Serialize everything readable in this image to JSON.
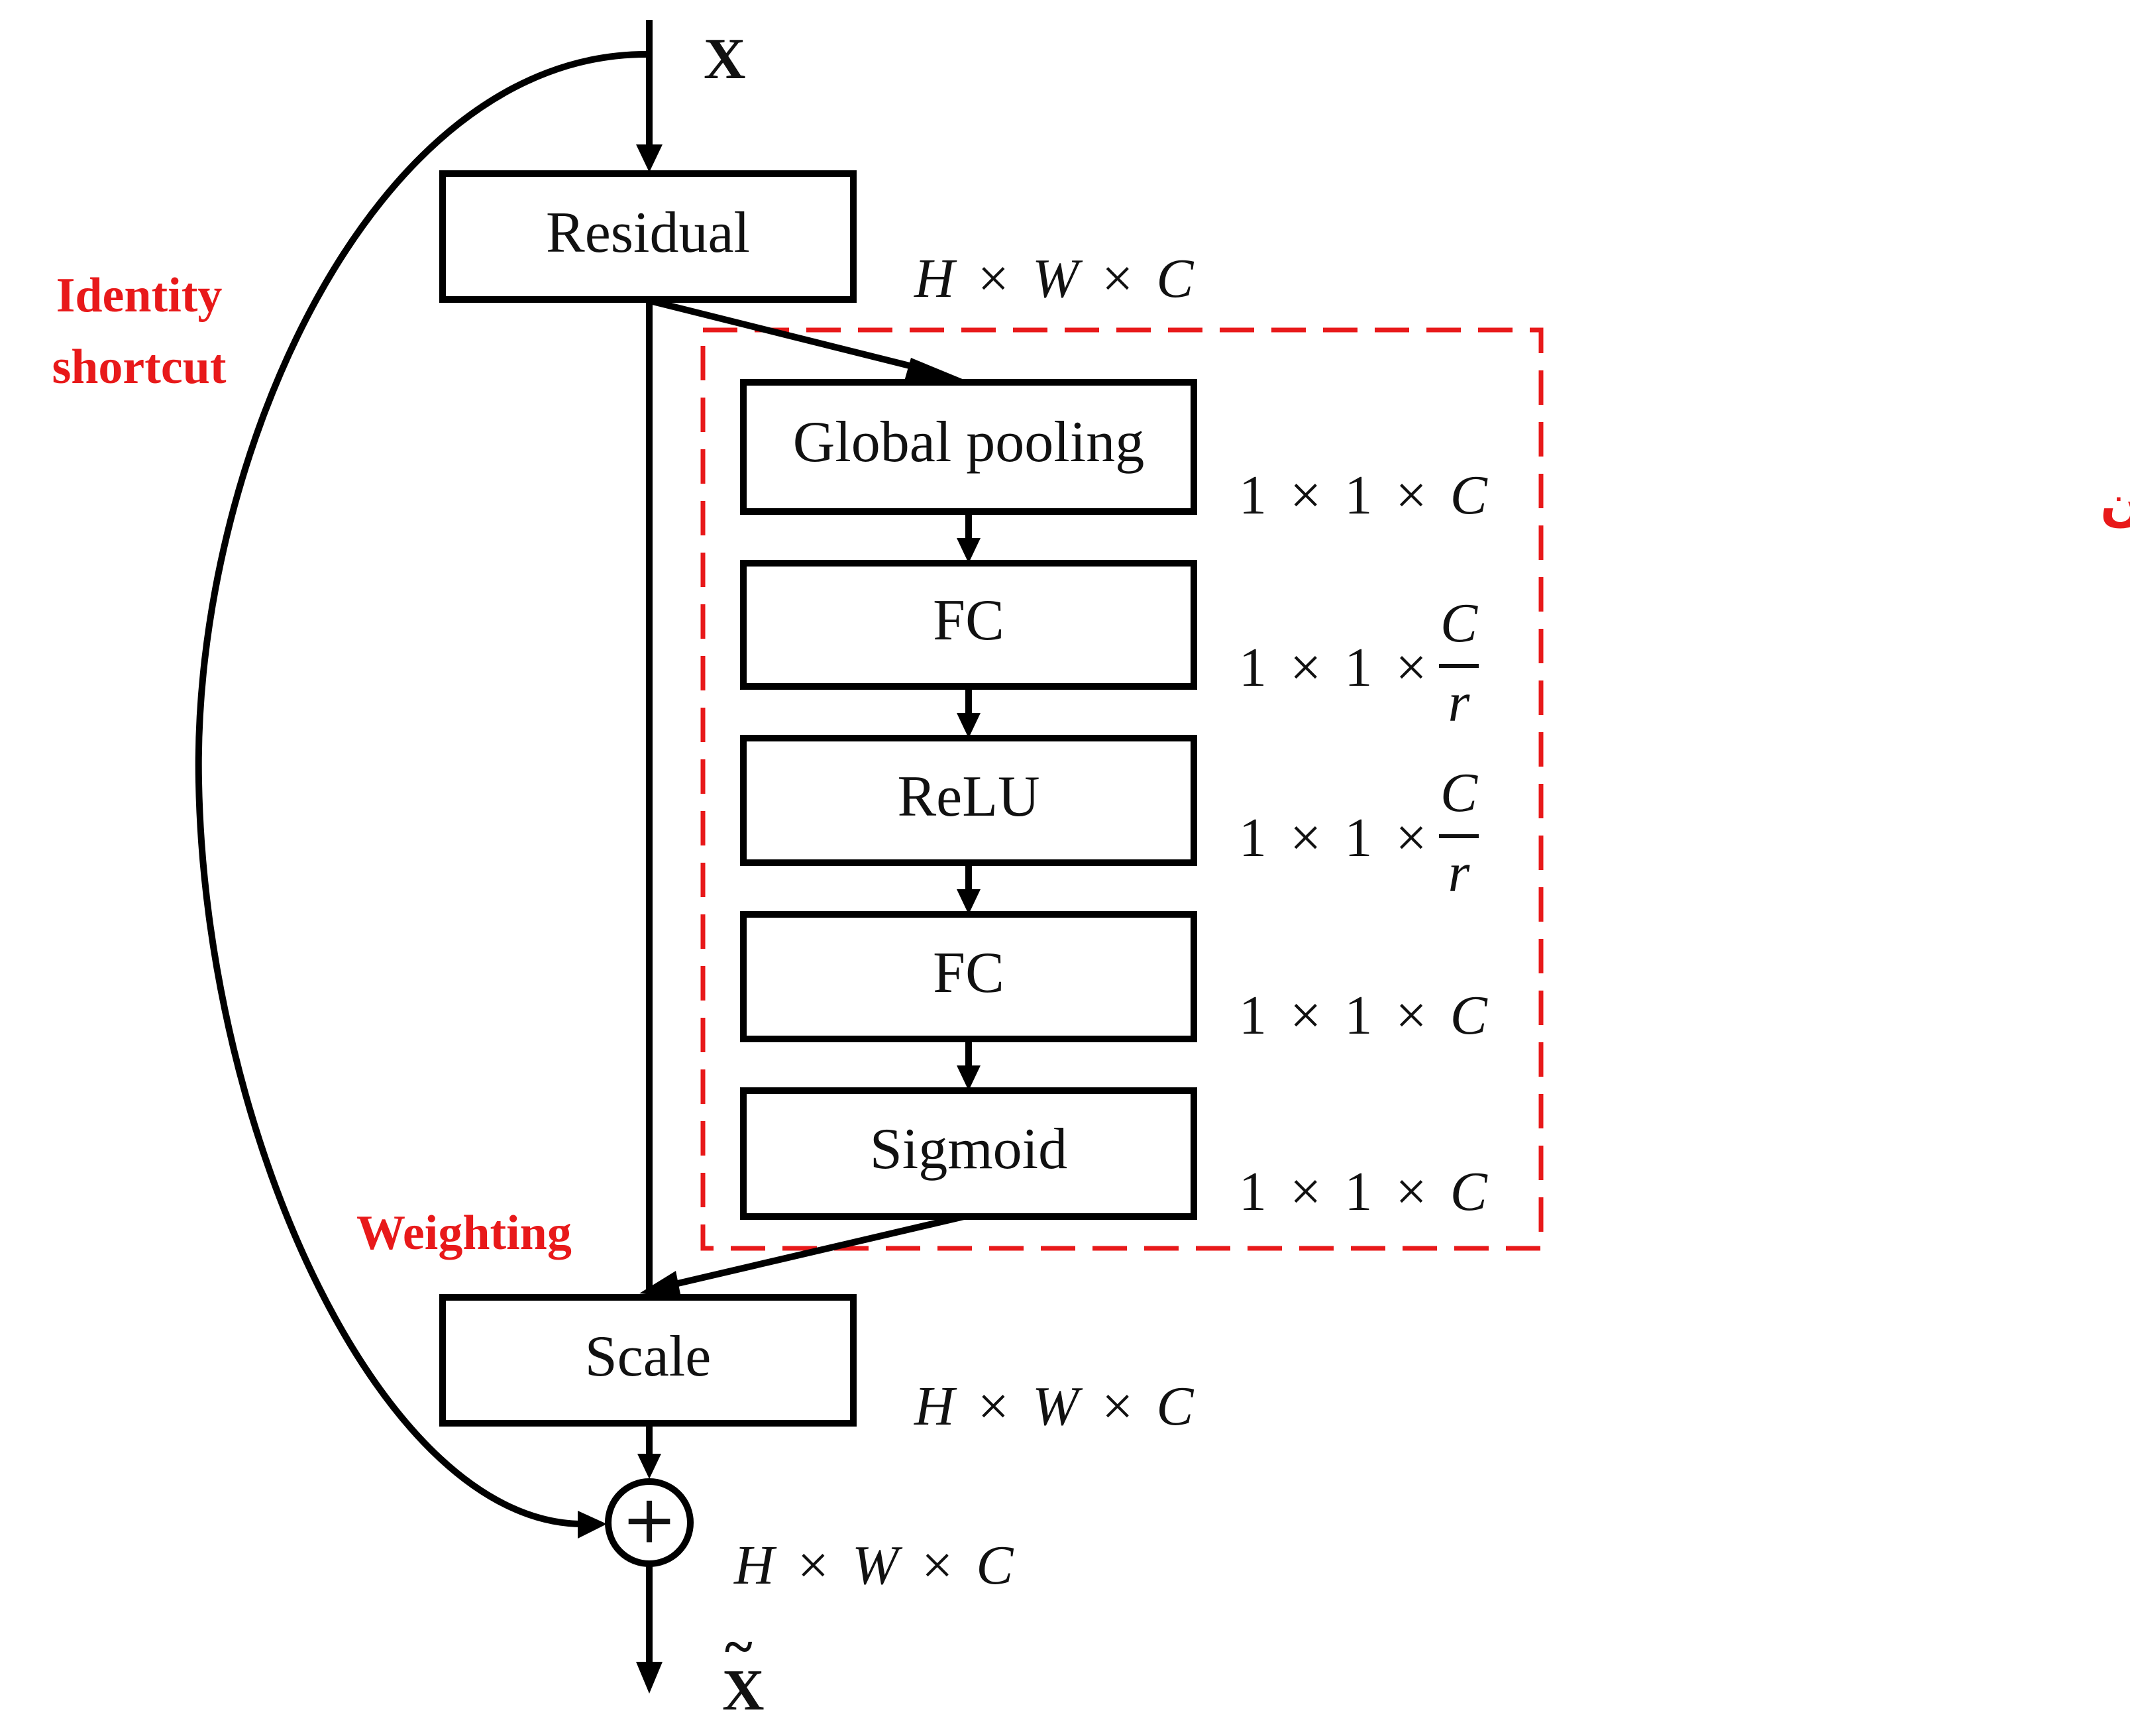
{
  "input_label": "X",
  "output_label": "X",
  "output_accent": "~",
  "blocks": {
    "residual": "Residual",
    "global_pooling": "Global pooling",
    "fc1": "FC",
    "relu": "ReLU",
    "fc2": "FC",
    "sigmoid": "Sigmoid",
    "scale": "Scale",
    "add_symbol": "+"
  },
  "dims": {
    "hwc": {
      "h": "H",
      "w": "W",
      "c": "C",
      "times": "×"
    },
    "one_one_c": {
      "a": "1",
      "b": "1",
      "c": "C",
      "times": "×"
    },
    "one_one_c_over_r": {
      "a": "1",
      "b": "1",
      "num": "C",
      "den": "r",
      "times": "×"
    }
  },
  "annotations": {
    "identity_line1": "Identity",
    "identity_line2": "shortcut",
    "weighting": "Weighting",
    "arabic_group": "تعلم مجموعة من الأوزان"
  },
  "colors": {
    "annotation": "#e8191a",
    "stroke": "#000000"
  }
}
